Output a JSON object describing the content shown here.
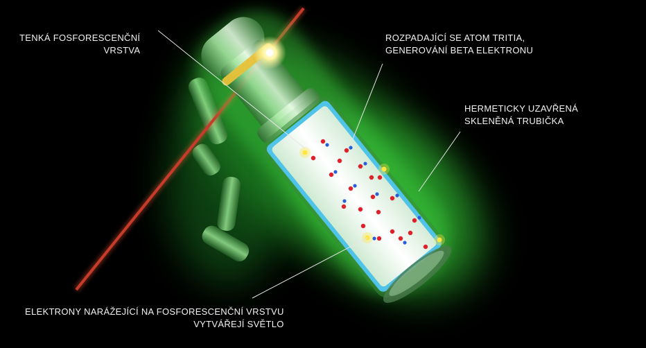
{
  "colors": {
    "background": "#000000",
    "glow": "#3cff3c",
    "tube_glass": "#bfe8c0",
    "coating": "#4fc3e8",
    "laser": "#c83a2a",
    "atom_red": "#e0202a",
    "atom_blue": "#2a5fd8",
    "electron_yellow": "#ffe640",
    "label_text": "#f2f2f2",
    "callout_line": "#e6e6e6"
  },
  "labels": {
    "phosphor_layer": [
      "TENKÁ FOSFORESCENČNÍ",
      "VRSTVA"
    ],
    "tritium_decay": [
      "ROZPADAJÍCÍ SE ATOM TRITIA,",
      "GENEROVÁNÍ BETA ELEKTRONU"
    ],
    "sealed_tube": [
      "HERMETICKY UZAVŘENÁ",
      "SKLENĚNÁ TRUBIČKA"
    ],
    "electrons_hit": [
      "ELEKTRONY NARÁŽEJÍCÍ NA FOSFORESCENČNÍ VRSTVU",
      "VYTVÁŘEJÍ SVĚTLO"
    ]
  },
  "icons": {
    "atom": "tritium-atom-icon",
    "electron": "electron-spark-icon"
  }
}
